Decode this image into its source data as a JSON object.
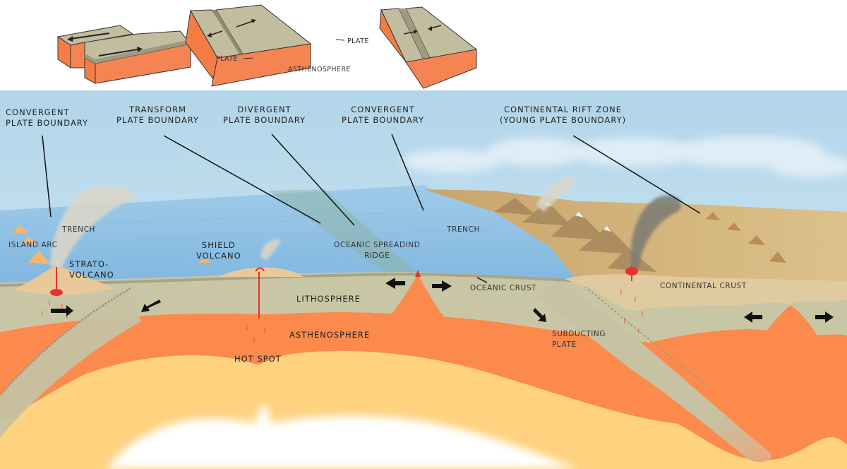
{
  "title": "Plate tectonics cross-section diagram",
  "colors": {
    "sky": "#b6d8ea",
    "ocean": "#a9d0ea",
    "lithosphere": "#c9c6a6",
    "asthenosphere": "#fb8a4c",
    "mantle_light": "#fed27e",
    "continent": "#d5b278",
    "magma": "#e8312a",
    "plate_top": "#c2bd9e",
    "plate_side": "#f57a43"
  },
  "insets": {
    "transform": {
      "arrows": [
        "left",
        "right"
      ]
    },
    "divergent": {
      "plate_label_left": "PLATE",
      "plate_label_right": "PLATE",
      "asthenosphere_label": "ASTHENOSPHERE",
      "arrows": [
        "left",
        "right"
      ]
    },
    "convergent": {
      "arrows": [
        "right",
        "left"
      ]
    }
  },
  "boundary_labels": {
    "convergent_left": [
      "CONVERGENT",
      "PLATE BOUNDARY"
    ],
    "transform": [
      "TRANSFORM",
      "PLATE BOUNDARY"
    ],
    "divergent": [
      "DIVERGENT",
      "PLATE BOUNDARY"
    ],
    "convergent_right": [
      "CONVERGENT",
      "PLATE BOUNDARY"
    ],
    "rift": [
      "CONTINENTAL RIFT ZONE",
      "(YOUNG PLATE BOUNDARY)"
    ]
  },
  "feature_labels": {
    "trench_left": "TRENCH",
    "island_arc": "ISLAND ARC",
    "stratovolcano": [
      "STRATO-",
      "VOLCANO"
    ],
    "shield_volcano": [
      "SHIELD",
      "VOLCANO"
    ],
    "ridge": [
      "OCEANIC SPREADIND",
      "RIDGE"
    ],
    "trench_right": "TRENCH",
    "oceanic_crust": "OCEANIC CRUST",
    "continental_crust": "CONTINENTAL CRUST",
    "lithosphere": "LITHOSPHERE",
    "asthenosphere": "ASTHENOSPHERE",
    "hot_spot": "HOT SPOT",
    "subducting_plate": [
      "SUBDUCTING",
      "PLATE"
    ]
  }
}
